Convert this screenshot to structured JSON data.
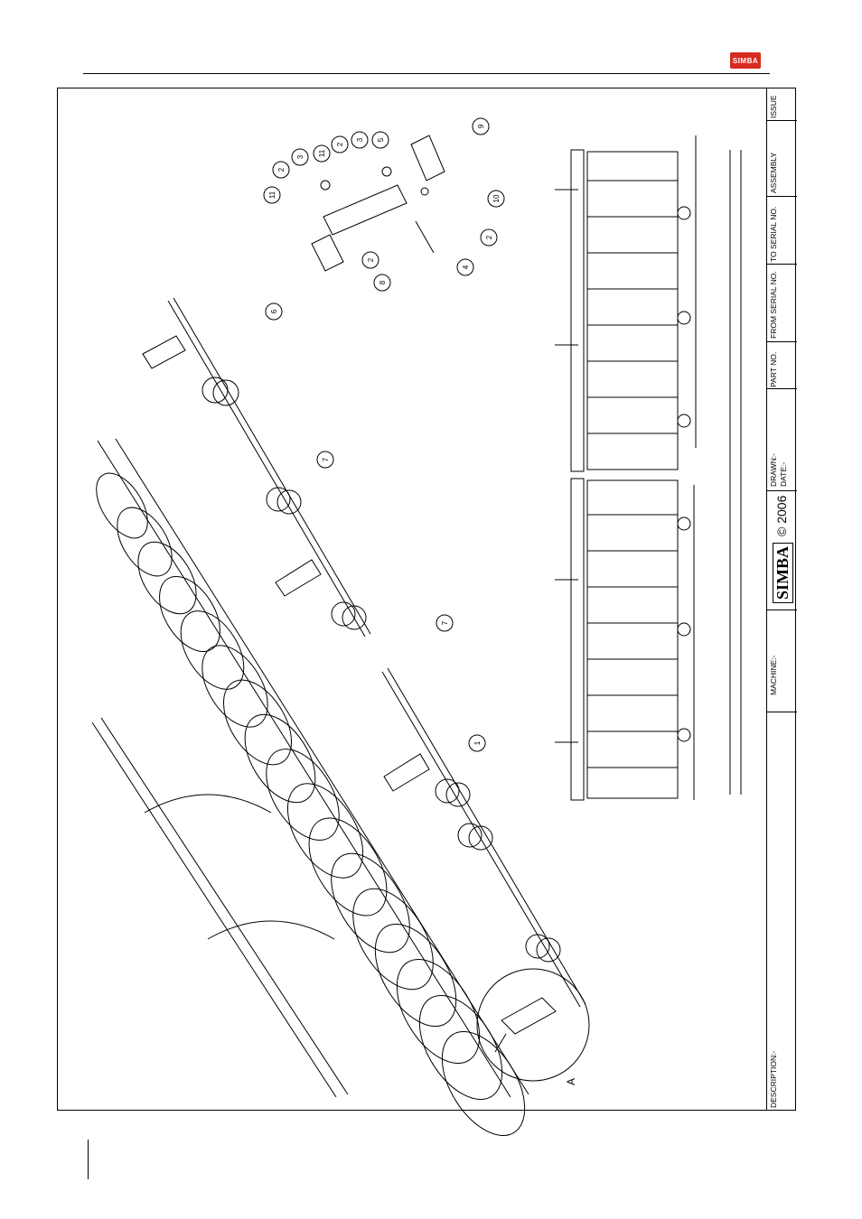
{
  "header": {
    "logo_text": "SIMBA"
  },
  "title_block": {
    "issue": "ISSUE",
    "assembly": "ASSEMBLY",
    "to_serial": "TO SERIAL NO.",
    "from_serial": "FROM SERIAL NO.",
    "part_no": "PART NO.",
    "drawn": "DRAWN:-",
    "date": "DATE:-",
    "brand": "SIMBA",
    "copyright": "© 2006",
    "machine": "MACHINE:-",
    "description": "DESCRIPTION:-"
  },
  "drawing": {
    "view_label": "A",
    "callouts": [
      "9",
      "5",
      "3",
      "2",
      "11",
      "3",
      "2",
      "11",
      "10",
      "2",
      "4",
      "8",
      "2",
      "6",
      "7",
      "7",
      "1"
    ]
  }
}
